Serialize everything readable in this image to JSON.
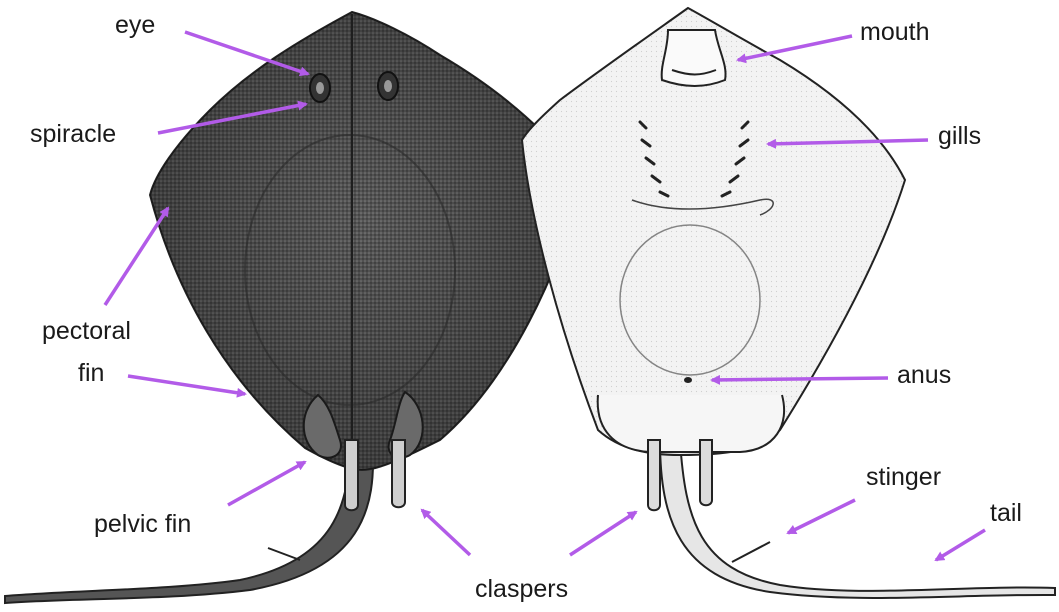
{
  "labels": {
    "eye": "eye",
    "spiracle": "spiracle",
    "pectoral_1": "pectoral",
    "pectoral_2": "fin",
    "pelvic_fin": "pelvic fin",
    "claspers": "claspers",
    "mouth": "mouth",
    "gills": "gills",
    "anus": "anus",
    "stinger": "stinger",
    "tail": "tail"
  },
  "colors": {
    "arrow": "#b25be8",
    "dorsal_skin": "#4a4a4a",
    "ventral_skin": "#f2f2f2",
    "outline": "#222222"
  }
}
